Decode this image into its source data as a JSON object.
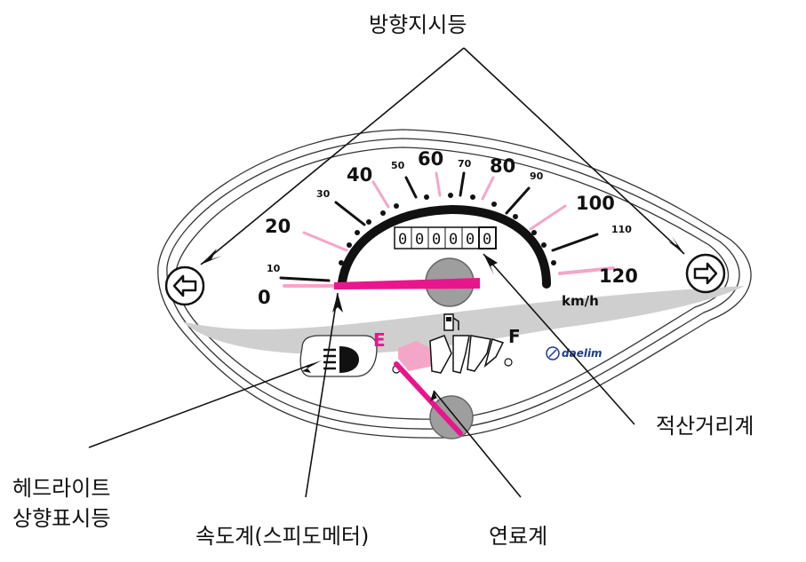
{
  "callouts": {
    "turn_signal": "방향지시등",
    "odometer": "적산거리계",
    "headlight_line1": "헤드라이트",
    "headlight_line2": "상향표시등",
    "speedometer": "속도계(스피도메터)",
    "fuel_gauge": "연료계"
  },
  "speedometer": {
    "major_labels": [
      "0",
      "20",
      "40",
      "60",
      "80",
      "100",
      "120"
    ],
    "minor_labels": [
      "10",
      "30",
      "50",
      "70",
      "90",
      "110"
    ],
    "unit": "km/h",
    "odometer_digits": [
      "0",
      "0",
      "0",
      "0",
      "0",
      "0"
    ]
  },
  "fuel": {
    "empty_label": "E",
    "full_label": "F"
  },
  "brand": "daelim",
  "colors": {
    "needle": "#e8168c",
    "pink_tick": "#f4a6c8",
    "grey_band": "#cfcfcf"
  },
  "icons": [
    "left-arrow-icon",
    "right-arrow-icon",
    "high-beam-icon",
    "fuel-pump-icon"
  ]
}
